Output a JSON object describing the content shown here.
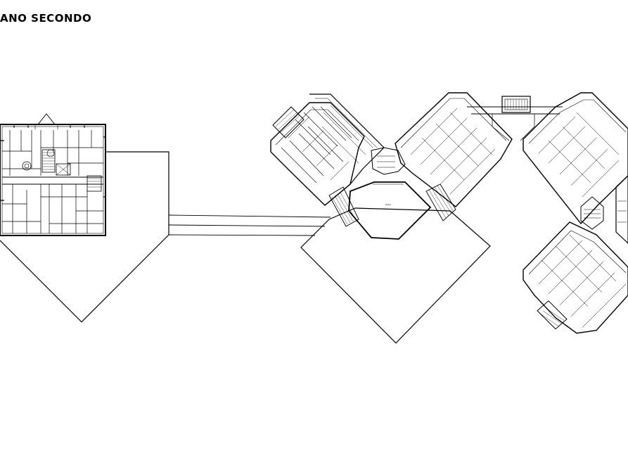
{
  "drawing": {
    "title": "ANO SECONDO",
    "hall_label_line1": "SALA",
    "hall_label_line2": "",
    "colors": {
      "line": "#000000",
      "background": "#ffffff"
    }
  },
  "buildings": [
    {
      "name": "west-block"
    },
    {
      "name": "central-hall"
    },
    {
      "name": "east-wing"
    }
  ]
}
